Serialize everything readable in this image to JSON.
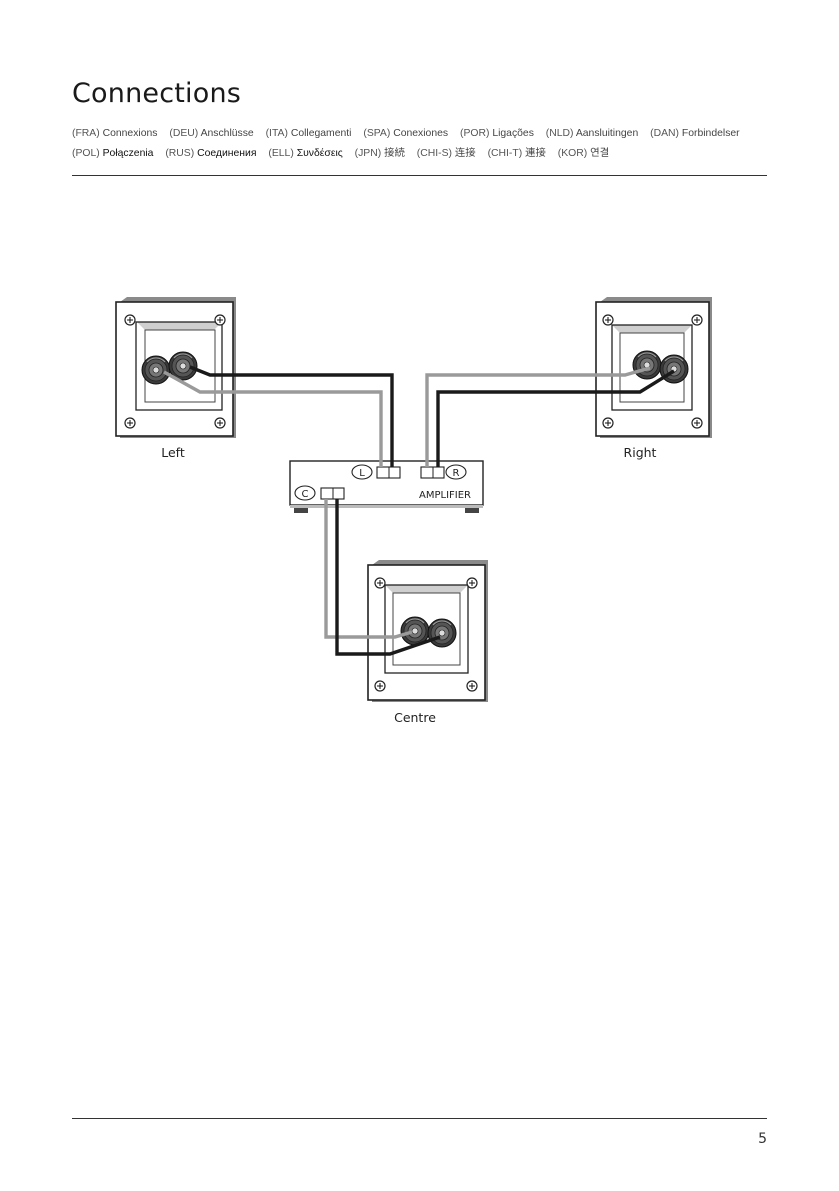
{
  "title": "Connections",
  "languages": [
    [
      {
        "code": "(FRA)",
        "word": "Connexions"
      },
      {
        "code": "(DEU)",
        "word": "Anschlüsse"
      },
      {
        "code": "(ITA)",
        "word": "Collegamenti"
      },
      {
        "code": "(SPA)",
        "word": "Conexiones"
      },
      {
        "code": "(POR)",
        "word": "Ligações"
      },
      {
        "code": "(NLD)",
        "word": "Aansluitingen"
      },
      {
        "code": "(DAN)",
        "word": "Forbindelser"
      }
    ],
    [
      {
        "code": "(POL)",
        "word": "Połączenia"
      },
      {
        "code": "(RUS)",
        "word": "Соединения"
      },
      {
        "code": "(ELL)",
        "word": "Συνδέσεις"
      },
      {
        "code": "(JPN)",
        "word": "接続"
      },
      {
        "code": "(CHI-S)",
        "word": "连接"
      },
      {
        "code": "(CHI-T)",
        "word": "連接"
      },
      {
        "code": "(KOR)",
        "word": "연결"
      }
    ]
  ],
  "diagram": {
    "speaker_left_label": "Left",
    "speaker_right_label": "Right",
    "speaker_centre_label": "Centre",
    "amplifier_label": "AMPLIFIER",
    "channel_left": "L",
    "channel_right": "R",
    "channel_centre": "C",
    "wire_dark_color": "#1a1a1a",
    "wire_light_color": "#9a9a9a"
  },
  "page_number": "5"
}
